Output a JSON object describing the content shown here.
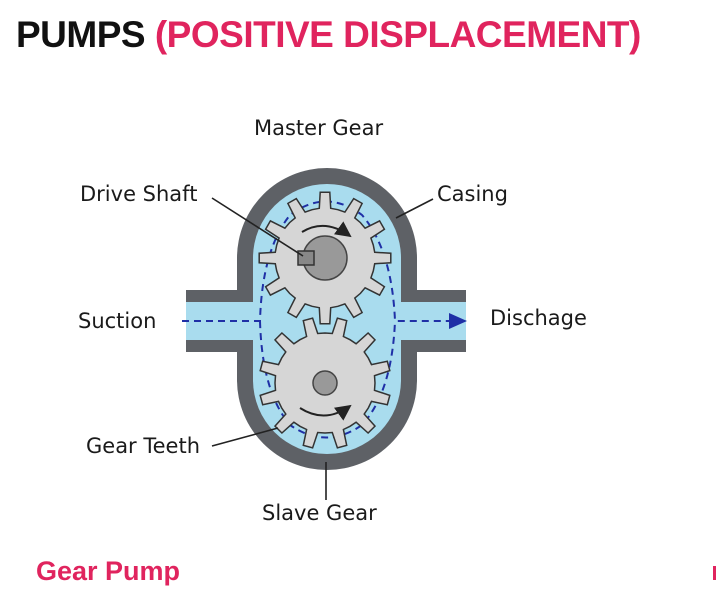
{
  "title": {
    "part1": "PUMPS",
    "part2": "(POSITIVE DISPLACEMENT)"
  },
  "caption": "Gear Pump",
  "labels": {
    "master_gear": "Master Gear",
    "drive_shaft": "Drive Shaft",
    "casing": "Casing",
    "suction": "Suction",
    "discharge": "Dischage",
    "gear_teeth": "Gear Teeth",
    "slave_gear": "Slave Gear"
  },
  "colors": {
    "accent": "#e0245e",
    "casing": "#5e6166",
    "fluid": "#a9dcee",
    "gear": "#d6d6d6",
    "flow_line": "#1f2fa6"
  }
}
